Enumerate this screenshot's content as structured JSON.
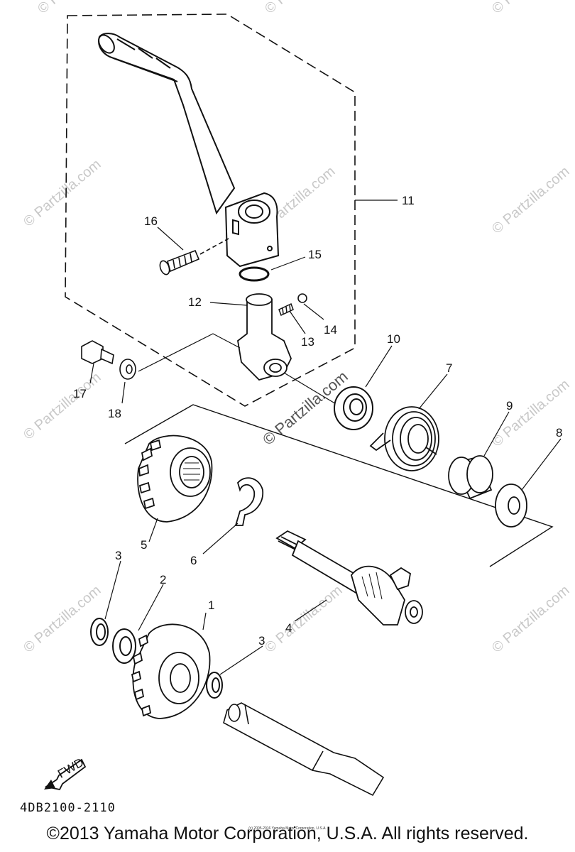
{
  "callouts": [
    {
      "id": "c1",
      "text": "1"
    },
    {
      "id": "c2",
      "text": "2"
    },
    {
      "id": "c3a",
      "text": "3"
    },
    {
      "id": "c3b",
      "text": "3"
    },
    {
      "id": "c4",
      "text": "4"
    },
    {
      "id": "c5",
      "text": "5"
    },
    {
      "id": "c6",
      "text": "6"
    },
    {
      "id": "c7",
      "text": "7"
    },
    {
      "id": "c8",
      "text": "8"
    },
    {
      "id": "c9",
      "text": "9"
    },
    {
      "id": "c10",
      "text": "10"
    },
    {
      "id": "c11",
      "text": "11"
    },
    {
      "id": "c12",
      "text": "12"
    },
    {
      "id": "c13",
      "text": "13"
    },
    {
      "id": "c14",
      "text": "14"
    },
    {
      "id": "c15",
      "text": "15"
    },
    {
      "id": "c16",
      "text": "16"
    },
    {
      "id": "c17",
      "text": "17"
    },
    {
      "id": "c18",
      "text": "18"
    }
  ],
  "fwd_label": "FWD",
  "watermark": "© Partzilla.com",
  "drawing_code": "4DB2100-2110",
  "small_credit": "(c) 2005-2016 Yamaha Motor Corporation, U.S.A.",
  "copyright": "©2013 Yamaha Motor Corporation, U.S.A. All rights reserved."
}
